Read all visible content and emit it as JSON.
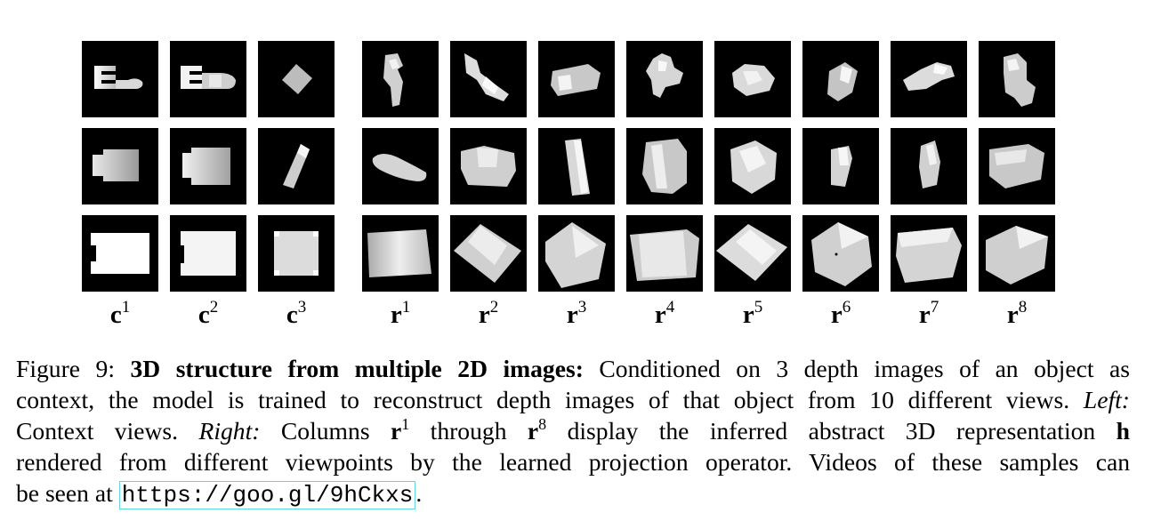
{
  "column_labels": [
    {
      "base": "c",
      "sup": "1"
    },
    {
      "base": "c",
      "sup": "2"
    },
    {
      "base": "c",
      "sup": "3"
    },
    {
      "base": "r",
      "sup": "1"
    },
    {
      "base": "r",
      "sup": "2"
    },
    {
      "base": "r",
      "sup": "3"
    },
    {
      "base": "r",
      "sup": "4"
    },
    {
      "base": "r",
      "sup": "5"
    },
    {
      "base": "r",
      "sup": "6"
    },
    {
      "base": "r",
      "sup": "7"
    },
    {
      "base": "r",
      "sup": "8"
    }
  ],
  "caption": {
    "figure_label": "Figure 9:",
    "bold_title": "3D structure from multiple 2D images:",
    "line1_rest": "Conditioned on 3 depth images of an object as",
    "line2_main": "context, the model is trained to reconstruct depth images of that object from 10 different views.",
    "line2_italic": "Left:",
    "line3_a": "Context views.",
    "line3_italic": "Right:",
    "line3_b": "Columns",
    "line3_r": "r",
    "line3_sup1": "1",
    "line3_c": "through",
    "line3_sup2": "8",
    "line3_d": "display the inferred abstract 3D representation",
    "line3_h": "h",
    "line4": "rendered from different viewpoints by the learned projection operator. Videos of these samples can",
    "line5_a": "be seen at",
    "url": "https://goo.gl/9hCkxs",
    "line5_end": "."
  }
}
